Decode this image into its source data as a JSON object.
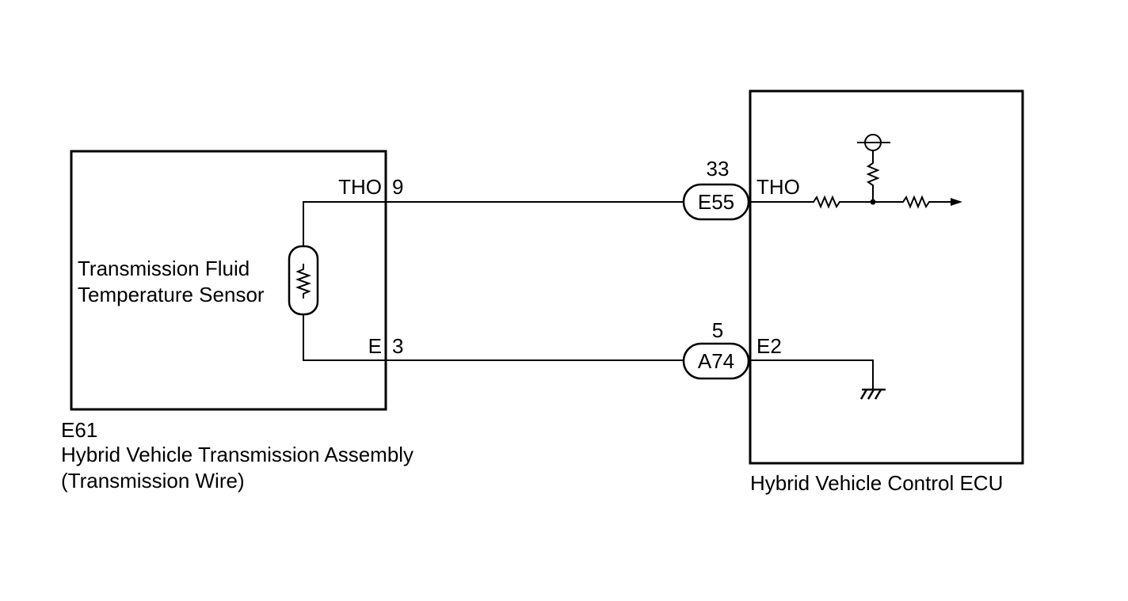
{
  "component_left": {
    "code": "E61",
    "name_line1": "Hybrid Vehicle Transmission Assembly",
    "name_line2": "(Transmission Wire)",
    "sensor_line1": "Transmission Fluid",
    "sensor_line2": "Temperature Sensor",
    "pin_top_name": "THO",
    "pin_top_num": "9",
    "pin_bottom_name": "E",
    "pin_bottom_num": "3"
  },
  "connectors": {
    "top": {
      "id": "E55",
      "pin": "33"
    },
    "bottom": {
      "id": "A74",
      "pin": "5"
    }
  },
  "component_right": {
    "name": "Hybrid Vehicle Control ECU",
    "pin_top_name": "THO",
    "pin_bottom_name": "E2"
  }
}
